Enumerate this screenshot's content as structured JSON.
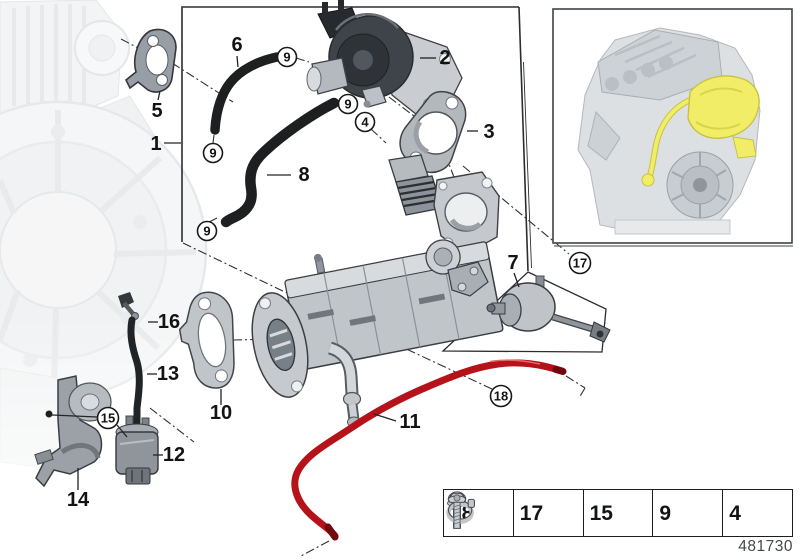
{
  "drawing_number": "481730",
  "callouts": {
    "c1": "1",
    "c2": "2",
    "c3": "3",
    "c4": "4",
    "c5": "5",
    "c6": "6",
    "c7": "7",
    "c8": "8",
    "c9": "9",
    "c10": "10",
    "c11": "11",
    "c12": "12",
    "c13": "13",
    "c14": "14",
    "c15": "15",
    "c16": "16",
    "c17": "17",
    "c18": "18"
  },
  "legend": {
    "items": [
      {
        "label": "18",
        "icon": "torx-pan-head-screw-icon"
      },
      {
        "label": "17",
        "icon": "cylinder-head-screw-icon"
      },
      {
        "label": "15",
        "icon": "hex-flange-bolt-icon"
      },
      {
        "label": "9",
        "icon": "hose-clamp-icon"
      },
      {
        "label": "4",
        "icon": "button-head-torx-screw-icon"
      }
    ]
  },
  "thumbnail": {
    "icon": "engine-location-thumbnail",
    "highlight_color": "#f1ed66"
  },
  "colors": {
    "hose_black": "#1d1f21",
    "hose_red": "#b5121a",
    "part_gray": "#c3c7cc",
    "outline": "#33373b",
    "background_engine": "#d9dcdf"
  }
}
